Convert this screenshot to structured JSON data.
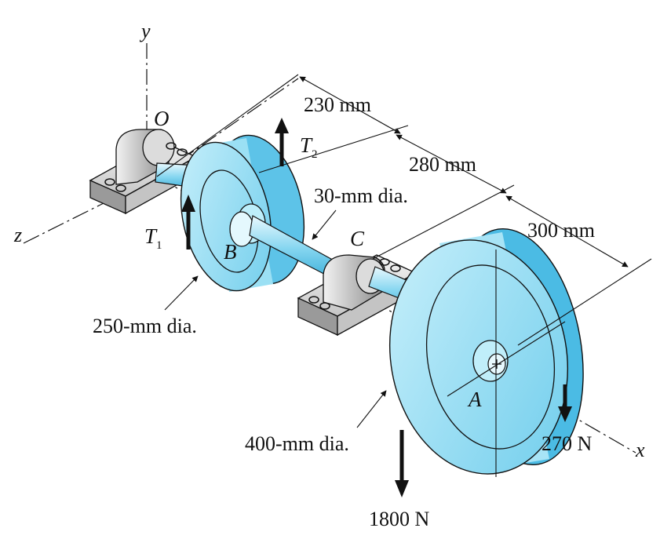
{
  "diagram": {
    "axes": {
      "x": "x",
      "y": "y",
      "z": "z"
    },
    "points": {
      "origin": "O",
      "gear_A": "A",
      "pulley_B": "B",
      "bearing_C": "C"
    },
    "tensions": {
      "T1": {
        "letter": "T",
        "sub": "1"
      },
      "T2": {
        "letter": "T",
        "sub": "2"
      }
    },
    "dimensions": {
      "spacing_1": "230 mm",
      "spacing_2": "280 mm",
      "spacing_3": "300 mm",
      "shaft_dia": "30-mm dia.",
      "pulley_dia": "250-mm dia.",
      "gear_dia": "400-mm dia."
    },
    "loads": {
      "downward_gear": "1800 N",
      "side_gear": "270 N"
    },
    "colors": {
      "cyan_light": "#d6f2fb",
      "cyan_mid": "#7fd3ef",
      "cyan_dark": "#3fb4e0",
      "metal_light": "#e8e8e8",
      "metal_mid": "#b3b3b3",
      "metal_dark": "#7a7a7a",
      "ink": "#111111"
    }
  }
}
